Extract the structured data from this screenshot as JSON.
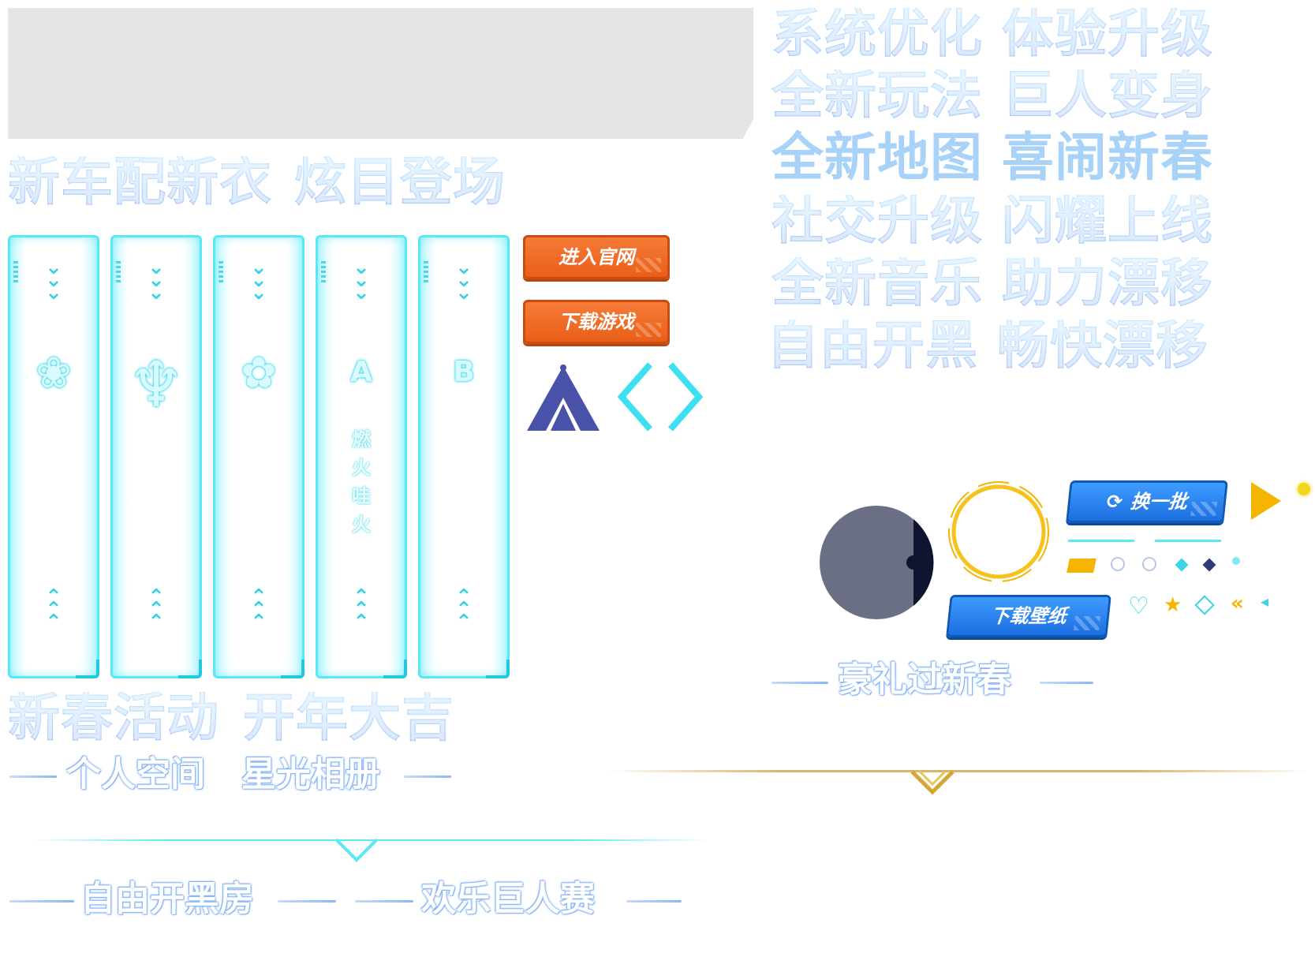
{
  "header_slogans": {
    "row1_left": "新车配新衣",
    "row1_right": "炫目登场"
  },
  "right_slogans": [
    {
      "left": "系统优化",
      "right": "体验升级"
    },
    {
      "left": "全新玩法",
      "right": "巨人变身"
    },
    {
      "left": "全新地图",
      "right": "喜闹新春"
    },
    {
      "left": "社交升级",
      "right": "闪耀上线"
    },
    {
      "left": "全新音乐",
      "right": "助力漂移"
    },
    {
      "left": "自由开黑",
      "right": "畅快漂移"
    }
  ],
  "bottom_slogans": {
    "left": "新春活动",
    "right": "开年大吉"
  },
  "outlined_titles": {
    "personal_space": "个人空间",
    "star_album": "星光相册",
    "free_room": "自由开黑房",
    "giant_race": "欢乐巨人赛",
    "gift_title": "豪礼过新春"
  },
  "panels": [
    {
      "emblem": "❀",
      "vertical_text": ""
    },
    {
      "emblem": "♆",
      "vertical_text": ""
    },
    {
      "emblem": "✿",
      "vertical_text": ""
    },
    {
      "emblem": "A",
      "vertical_text": "燃火哇火"
    },
    {
      "emblem": "B",
      "vertical_text": ""
    }
  ],
  "buttons": {
    "official_site": "进入官网",
    "download_game": "下载游戏",
    "change_batch": "换一批",
    "download_wallpaper": "下载壁纸"
  },
  "icons": {
    "refresh": "refresh-icon",
    "tent": "tent-icon",
    "arrows": "left-right-arrows-icon",
    "play": "play-triangle-icon",
    "heart": "heart-icon",
    "star": "star-icon"
  },
  "colors": {
    "slogan_blue": "#4a8fee",
    "orange_button": "#ea5f18",
    "blue_button": "#1c6fe0",
    "cyan_panel": "#5ae8f5",
    "tent_navy": "#4a51a8",
    "gold": "#f5b400"
  }
}
